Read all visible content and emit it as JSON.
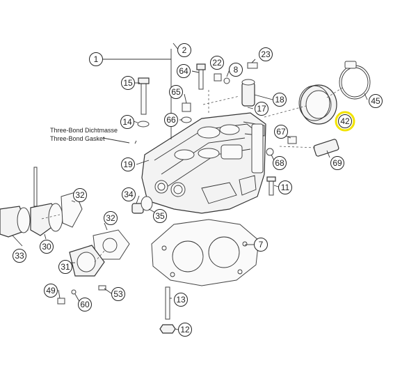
{
  "diagram": {
    "highlight_color": "#f2e300",
    "highlighted_callout": "42",
    "notes": {
      "german": "Three-Bond Dichtmasse",
      "english": "Three-Bond Gasket"
    },
    "callouts": [
      "1",
      "2",
      "7",
      "8",
      "11",
      "12",
      "13",
      "14",
      "15",
      "17",
      "18",
      "19",
      "22",
      "23",
      "30",
      "31",
      "32",
      "32",
      "33",
      "34",
      "35",
      "42",
      "45",
      "49",
      "53",
      "60",
      "64",
      "65",
      "66",
      "67",
      "68",
      "69"
    ]
  }
}
